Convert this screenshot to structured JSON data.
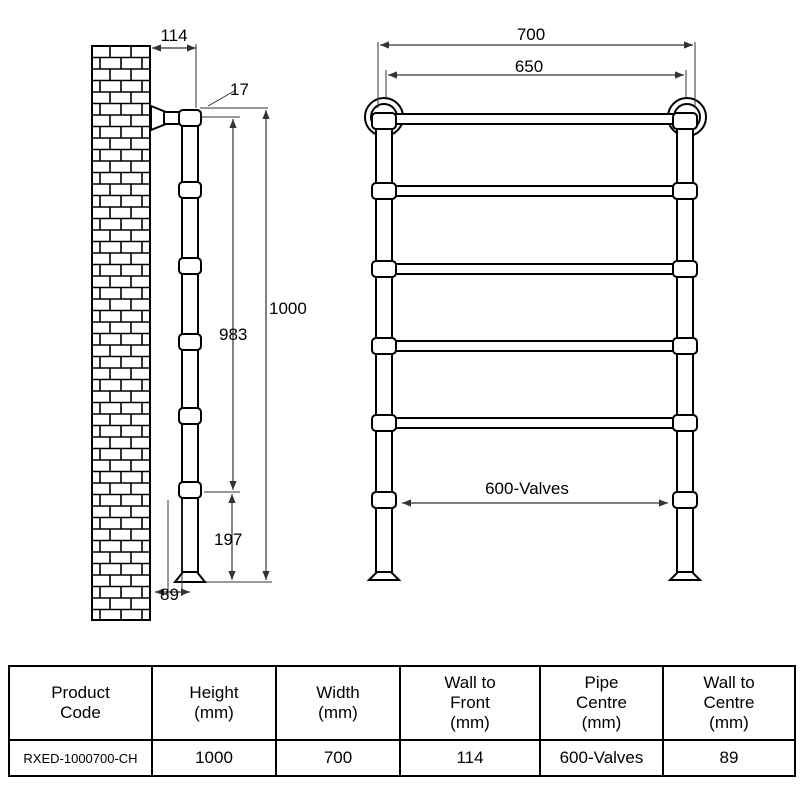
{
  "dimensions": {
    "wall_to_front": "114",
    "wall_offset": "17",
    "pipe_height": "983",
    "total_height": "1000",
    "valve_height": "197",
    "wall_to_centre": "89",
    "overall_width": "700",
    "bar_width": "650",
    "valve_centres": "600-Valves"
  },
  "table": {
    "headers": [
      "Product\nCode",
      "Height\n(mm)",
      "Width\n(mm)",
      "Wall to\nFront\n(mm)",
      "Pipe\nCentre\n(mm)",
      "Wall to\nCentre\n(mm)"
    ],
    "rows": [
      [
        "RXED-1000700-CH",
        "1000",
        "700",
        "114",
        "600-Valves",
        "89"
      ]
    ]
  },
  "colors": {
    "line": "#000000",
    "fill": "#ffffff",
    "dim_line": "#333333"
  }
}
